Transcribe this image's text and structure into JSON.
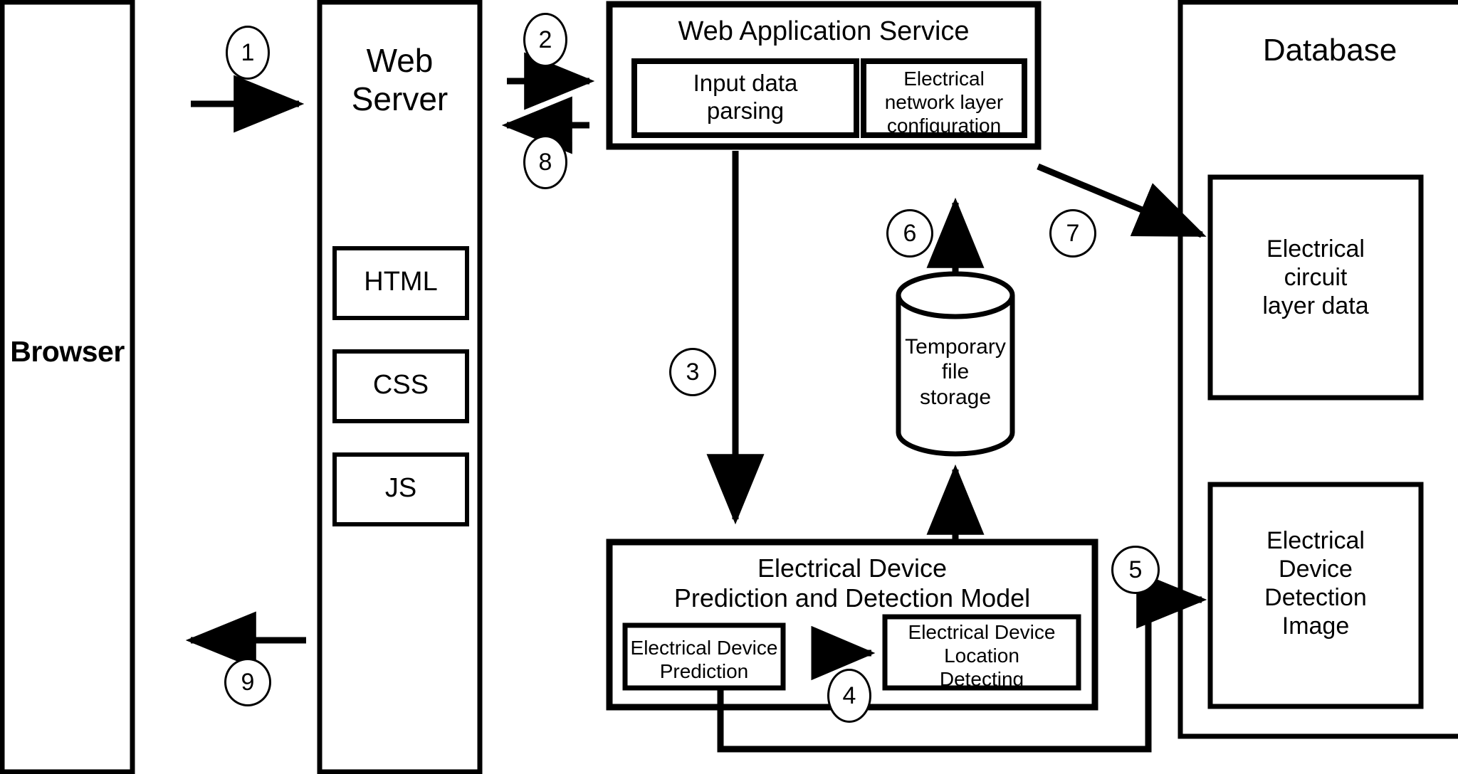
{
  "diagram": {
    "title": "Web application system architecture for electrical device prediction and detection",
    "colors": {
      "stroke": "#000000",
      "fill": "#ffffff"
    }
  },
  "browser": {
    "label": "Browser"
  },
  "web_server": {
    "label": "Web\nServer",
    "assets": [
      {
        "label": "HTML"
      },
      {
        "label": "CSS"
      },
      {
        "label": "JS"
      }
    ]
  },
  "web_application_service": {
    "title": "Web Application Service",
    "modules": [
      {
        "label": "Input data\nparsing"
      },
      {
        "label": "Electrical\nnetwork layer\nconfiguration"
      }
    ]
  },
  "temporary_storage": {
    "label": "Temporary\nfile\nstorage"
  },
  "model": {
    "title": "Electrical Device\nPrediction and Detection Model",
    "modules": [
      {
        "label": "Electrical Device\nPrediction"
      },
      {
        "label": "Electrical Device\nLocation\nDetecting"
      }
    ]
  },
  "database": {
    "title": "Database",
    "stores": [
      {
        "label": "Electrical\ncircuit\nlayer data"
      },
      {
        "label": "Electrical\nDevice\nDetection\nImage"
      }
    ]
  },
  "steps": [
    {
      "id": "1",
      "label": "1",
      "from": "browser",
      "to": "web-server"
    },
    {
      "id": "2",
      "label": "2",
      "from": "web-server",
      "to": "web-application-service"
    },
    {
      "id": "3",
      "label": "3",
      "from": "web-application-service",
      "to": "model"
    },
    {
      "id": "4",
      "label": "4",
      "from": "electrical-device-prediction",
      "to": "electrical-device-location-detecting"
    },
    {
      "id": "5",
      "label": "5",
      "from": "electrical-device-prediction",
      "to": "electrical-device-detection-image"
    },
    {
      "id": "6",
      "label": "6",
      "from": "temporary-file-storage",
      "to": "web-application-service"
    },
    {
      "id": "7",
      "label": "7",
      "from": "electrical-network-layer-configuration",
      "to": "electrical-circuit-layer-data"
    },
    {
      "id": "8",
      "label": "8",
      "from": "web-application-service",
      "to": "web-server"
    },
    {
      "id": "9",
      "label": "9",
      "from": "web-server",
      "to": "browser"
    }
  ]
}
